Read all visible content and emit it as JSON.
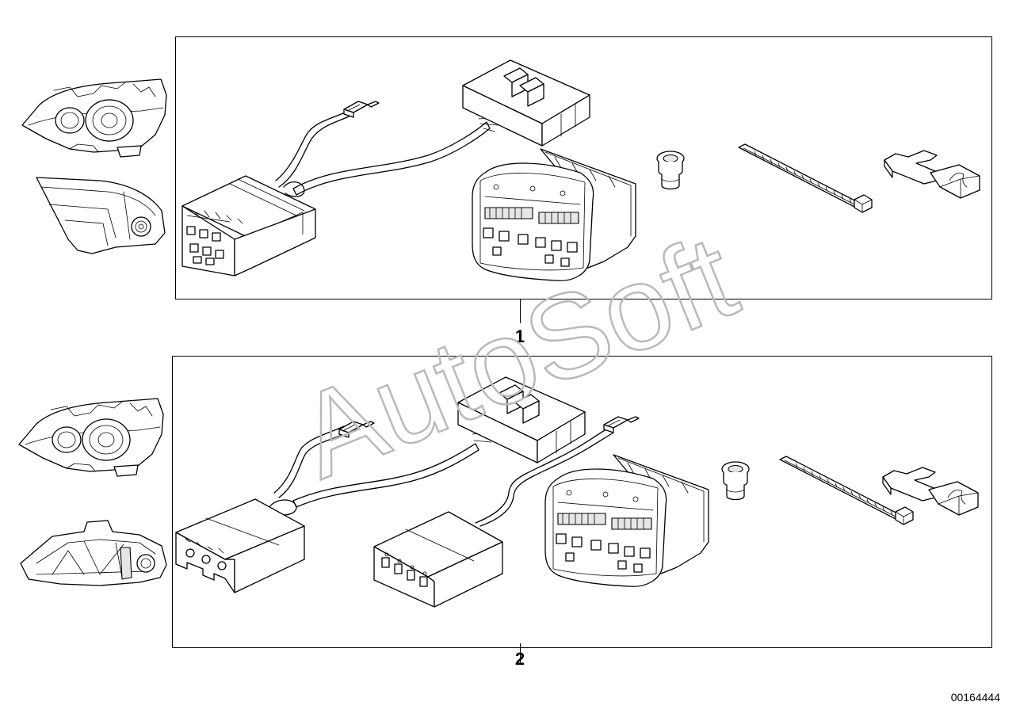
{
  "diagram": {
    "callouts": [
      {
        "label": "1"
      },
      {
        "label": "2"
      }
    ],
    "doc_number": "00164444",
    "watermark": "AutoSoft",
    "panels": [
      {
        "callout": "1",
        "thumbnails": [
          "headlight-icon",
          "rear-light-icon"
        ],
        "parts": [
          "flat-plug-wire-icon",
          "connector-housing-12pin-icon",
          "relay-module-icon",
          "multi-pin-connector-icon",
          "grommet-icon",
          "cable-tie-icon",
          "locking-clip-icon"
        ]
      },
      {
        "callout": "2",
        "thumbnails": [
          "headlight-icon",
          "tail-light-icon"
        ],
        "parts": [
          "flat-plug-wire-icon",
          "connector-housing-3pin-icon",
          "relay-module-icon",
          "connector-housing-4pin-icon",
          "multi-pin-connector-icon",
          "grommet-icon",
          "cable-tie-icon",
          "locking-clip-icon"
        ]
      }
    ]
  }
}
